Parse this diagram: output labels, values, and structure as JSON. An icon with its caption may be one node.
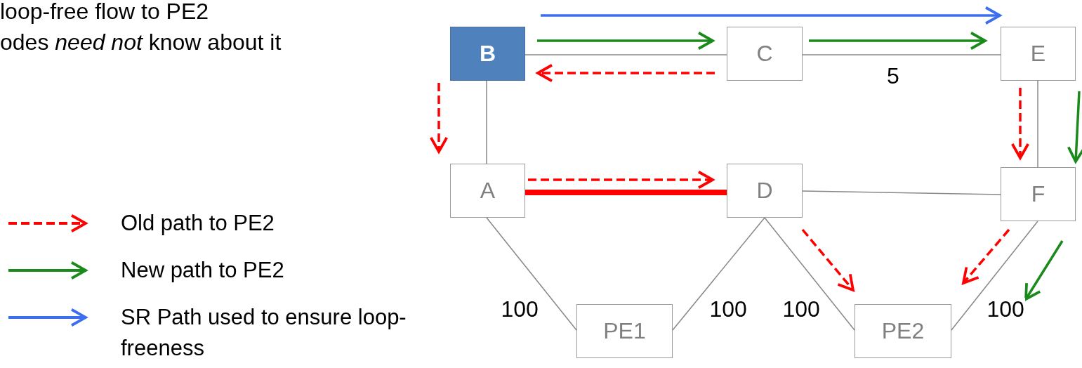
{
  "diagram": {
    "nodes": [
      {
        "text": [
          "B"
        ]
      },
      {
        "text": [
          "C"
        ]
      },
      {
        "text": [
          "E"
        ]
      },
      {
        "text": [
          "A"
        ]
      },
      {
        "text": [
          "D"
        ]
      },
      {
        "text": [
          "F"
        ]
      },
      {
        "text": [
          "PE1"
        ]
      },
      {
        "text": [
          "PE2"
        ]
      }
    ],
    "edges": [
      {
        "from": 0,
        "to": 1,
        "arrow": "none"
      },
      {
        "from": 1,
        "to": 2,
        "arrow": "none",
        "label": "5"
      },
      {
        "from": 0,
        "to": 3,
        "arrow": "none"
      },
      {
        "from": 2,
        "to": 5,
        "arrow": "none"
      },
      {
        "from": 3,
        "to": 4,
        "arrow": "none",
        "style": "thick",
        "color": "#ff0000"
      },
      {
        "from": 4,
        "to": 5,
        "arrow": "none"
      },
      {
        "from": 3,
        "to": 6,
        "arrow": "none",
        "label": "100"
      },
      {
        "from": 4,
        "to": 6,
        "arrow": "none",
        "label": "100"
      },
      {
        "from": 4,
        "to": 7,
        "arrow": "none",
        "label": "100"
      },
      {
        "from": 5,
        "to": 7,
        "arrow": "none",
        "label": "100"
      },
      {
        "from": 0,
        "to": 2,
        "arrow": "to",
        "color": "#3c6ef0"
      },
      {
        "from": 0,
        "to": 1,
        "arrow": "to",
        "color": "#1a8a1a"
      },
      {
        "from": 1,
        "to": 2,
        "arrow": "to",
        "color": "#1a8a1a"
      },
      {
        "from": 1,
        "to": 0,
        "arrow": "to",
        "style": "dashed",
        "color": "#ff0000"
      },
      {
        "from": 3,
        "to": 4,
        "arrow": "to",
        "style": "dashed",
        "color": "#ff0000"
      },
      {
        "from": 0,
        "to": 3,
        "arrow": "to",
        "style": "dashed",
        "color": "#ff0000"
      },
      {
        "from": 2,
        "to": 5,
        "arrow": "to",
        "style": "dashed",
        "color": "#ff0000"
      },
      {
        "from": 2,
        "to": 5,
        "arrow": "to",
        "color": "#1a8a1a"
      },
      {
        "from": 4,
        "to": 7,
        "arrow": "to",
        "style": "dashed",
        "color": "#ff0000"
      },
      {
        "from": 5,
        "to": 7,
        "arrow": "to",
        "style": "dashed",
        "color": "#ff0000"
      },
      {
        "from": 5,
        "to": 7,
        "arrow": "to",
        "color": "#1a8a1a"
      }
    ],
    "labels": [
      "loop-free flow to PE2",
      "odes *need not* know about it"
    ],
    "legend": [
      {
        "text": "Old path to PE2"
      },
      {
        "text": "New path to PE2"
      },
      {
        "text": "SR Path used to ensure loop-freeness"
      }
    ]
  }
}
